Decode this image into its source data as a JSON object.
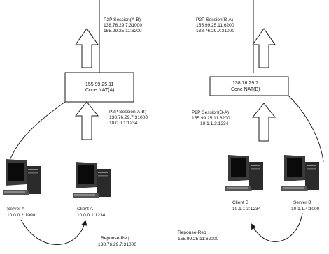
{
  "nat_a": {
    "ip": "155.99.25.11",
    "type": "Cone NAT(A)"
  },
  "nat_b": {
    "ip": "138.76.29.7",
    "type": "Cone NAT(B)"
  },
  "public_session_a": {
    "title": "P2P Session(A-B)",
    "line1": "138.76.29.7:31000",
    "line2": "155.99.25.11:6200"
  },
  "public_session_b": {
    "title": "P2P Session(B-A)",
    "line1": "155.99.25.11:6200",
    "line2": "138.76.29.7:31000"
  },
  "private_session_a": {
    "title": "P2P Session(A-B)",
    "line1": "138.76.29.7:31000",
    "line2": "10.0.0.1:1234"
  },
  "private_session_b": {
    "title": "P2P Session(B-A)",
    "line1": "155.99.25.11:6200",
    "line2": "10.1.1.3:1234"
  },
  "server_a": {
    "name": "Server A",
    "addr": "10.0.0.2:1000"
  },
  "client_a": {
    "name": "Client A",
    "addr": "10.0.0.1:1234"
  },
  "client_b": {
    "name": "Client B",
    "addr": "10.1.1.3:1234"
  },
  "server_b": {
    "name": "Server B",
    "addr": "10.1.1.4:1000"
  },
  "response_a": {
    "title": "Reponse-Req",
    "addr": "138.76.29.7:31000"
  },
  "response_b": {
    "title": "Reponse-Req",
    "addr": "155.99.25.11:62000"
  },
  "colors": {
    "line": "#1a1a1a",
    "monitor_bezel": "#3a3a3a",
    "screen": "#0a0a0a",
    "case": "#2b2b2b"
  }
}
